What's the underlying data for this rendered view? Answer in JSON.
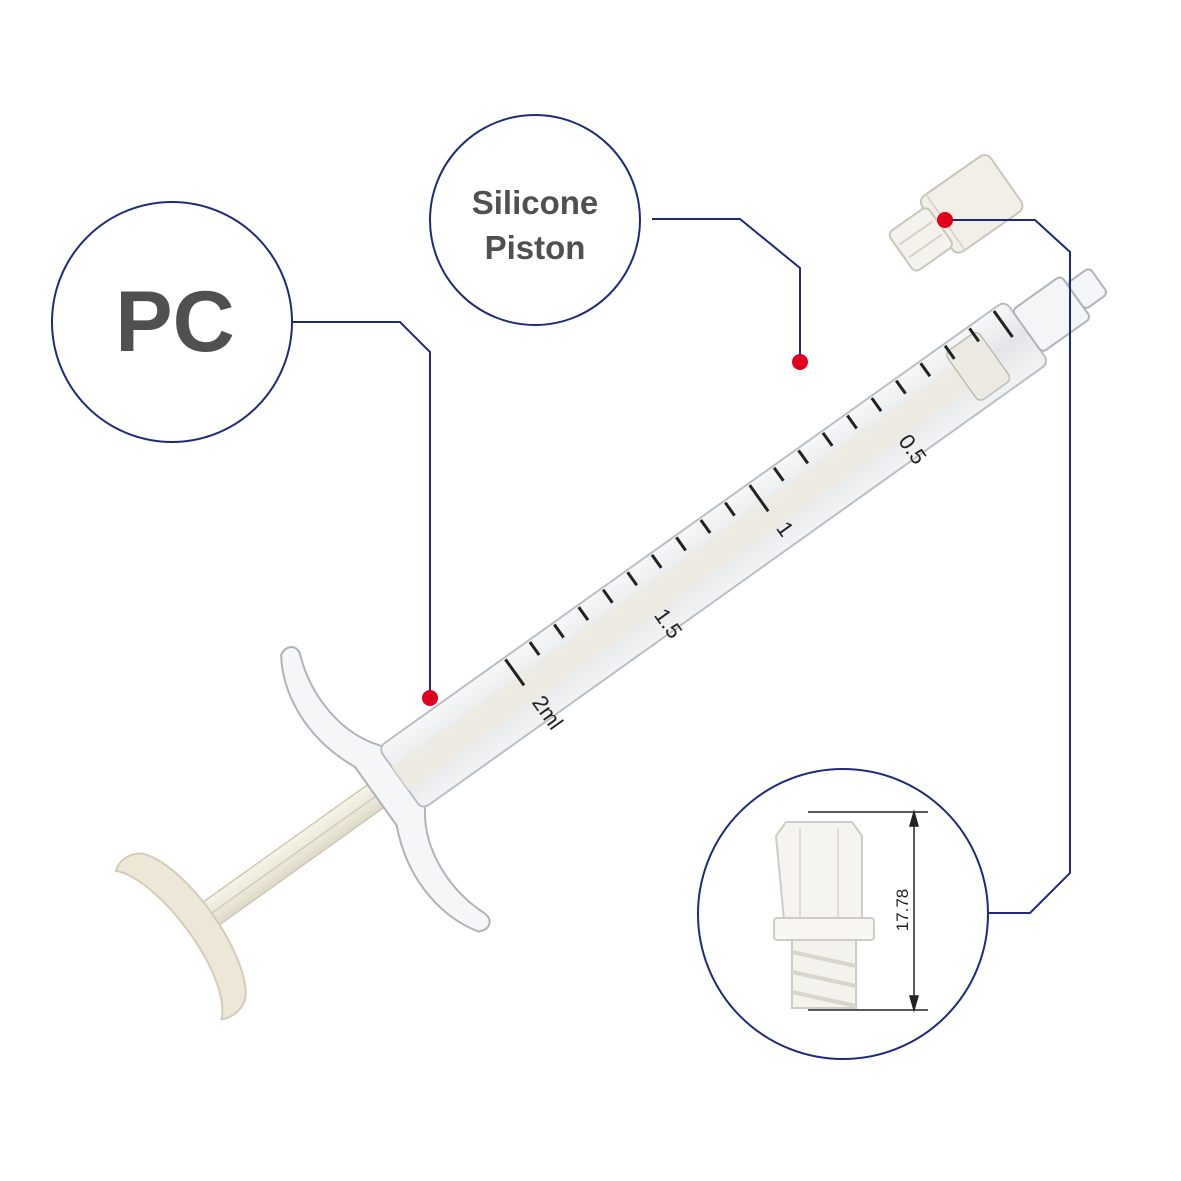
{
  "callouts": {
    "material": "PC",
    "piston_line1": "Silicone",
    "piston_line2": "Piston"
  },
  "scale_labels": {
    "half": "0.5",
    "one": "1",
    "one_half": "1.5",
    "two": "2ml"
  },
  "dimension": {
    "value": "17.78"
  },
  "colors": {
    "line": "#1f2a7a",
    "marker": "#e0001b",
    "plastic": "#eeeadb",
    "barrel": "#dfe3e6",
    "label_text": "#505050"
  }
}
